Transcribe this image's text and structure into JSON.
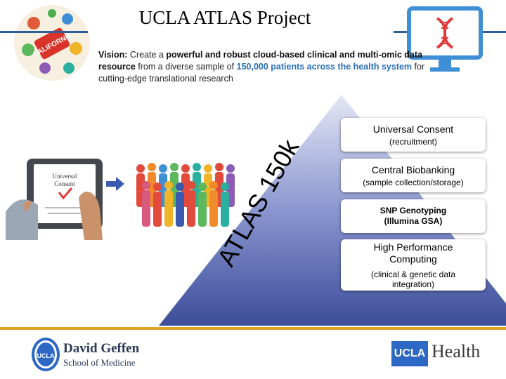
{
  "header": {
    "title": "UCLA ATLAS Project",
    "seal_text": "CALIFORNIA"
  },
  "vision": {
    "label": "Vision:",
    "text1": " Create a ",
    "bold1": "powerful and robust cloud-based clinical and multi-omic data resource",
    "text2": " from a diverse sample of ",
    "highlight": "150,000 patients across the health system",
    "text3": " for cutting-edge translational research"
  },
  "pyramid": {
    "label": "ATLAS 150k",
    "tiers": [
      {
        "title": "Universal Consent",
        "subtitle": "(recruitment)"
      },
      {
        "title": "Central Biobanking",
        "subtitle": "(sample collection/storage)"
      },
      {
        "title": "SNP Genotyping (Illumina GSA)",
        "subtitle": ""
      },
      {
        "title": "High Performance Computing",
        "subtitle": "(clinical & genetic data integration)"
      }
    ]
  },
  "tablet": {
    "line1": "Universal",
    "line2": "Consent"
  },
  "footer": {
    "school_line1": "David Geffen",
    "school_line2": "School of Medicine",
    "seal_text": "UCLA",
    "health_badge": "UCLA",
    "health_text": "Health"
  },
  "colors": {
    "accent_blue": "#2a6eb5",
    "bar_gold": "#e0a526",
    "pyramid_top": "#dfe3f3",
    "pyramid_bottom": "#3c4d9a"
  }
}
